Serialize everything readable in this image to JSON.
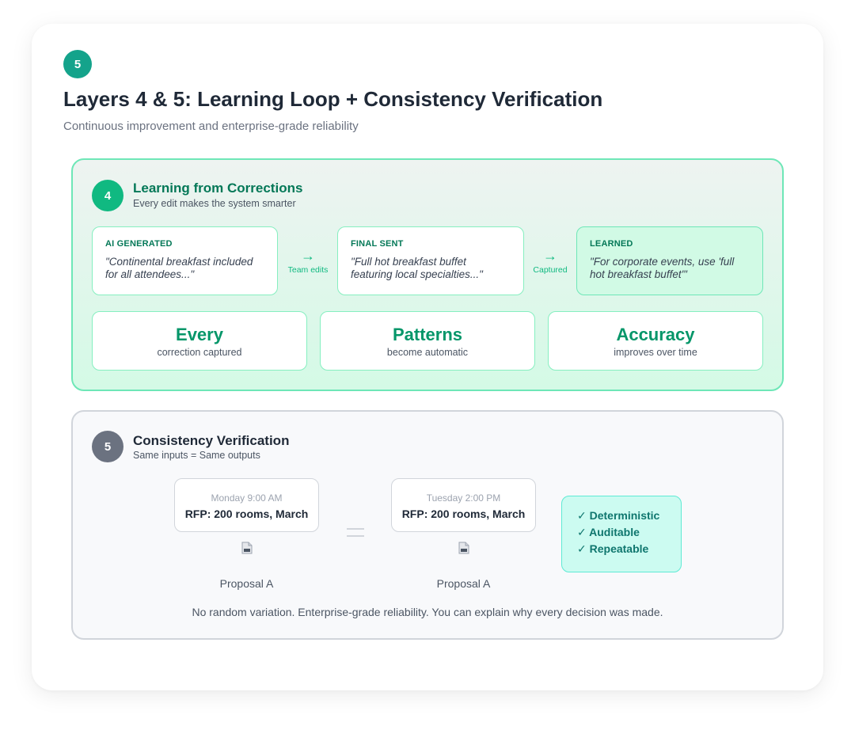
{
  "header": {
    "step_number": "5",
    "title": "Layers 4 & 5: Learning Loop + Consistency Verification",
    "subtitle": "Continuous improvement and enterprise-grade reliability"
  },
  "layer4": {
    "number": "4",
    "title": "Learning from Corrections",
    "subtitle": "Every edit makes the system smarter",
    "flow": [
      {
        "label": "AI GENERATED",
        "text": "\"Continental breakfast included for all attendees...\""
      },
      {
        "label": "FINAL SENT",
        "text": "\"Full hot breakfast buffet featuring local specialties...\""
      },
      {
        "label": "LEARNED",
        "text": "\"For corporate events, use 'full hot breakfast buffet'\""
      }
    ],
    "arrows": [
      {
        "glyph": "→",
        "caption": "Team edits"
      },
      {
        "glyph": "→",
        "caption": "Captured"
      }
    ],
    "stats": [
      {
        "big": "Every",
        "small": "correction captured"
      },
      {
        "big": "Patterns",
        "small": "become automatic"
      },
      {
        "big": "Accuracy",
        "small": "improves over time"
      }
    ]
  },
  "layer5": {
    "number": "5",
    "title": "Consistency Verification",
    "subtitle": "Same inputs = Same outputs",
    "runs": [
      {
        "time": "Monday 9:00 AM",
        "rfp": "RFP: 200 rooms, March",
        "proposal": "Proposal A"
      },
      {
        "time": "Tuesday 2:00 PM",
        "rfp": "RFP: 200 rooms, March",
        "proposal": "Proposal A"
      }
    ],
    "checks": [
      "✓ Deterministic",
      "✓ Auditable",
      "✓ Repeatable"
    ],
    "footnote": "No random variation. Enterprise-grade reliability. You can explain why every decision was made."
  },
  "colors": {
    "accent_teal": "#14a38b",
    "layer4_green": "#10b981",
    "layer4_title": "#047857",
    "layer5_gray": "#6b7280",
    "check_teal": "#0f766e"
  }
}
